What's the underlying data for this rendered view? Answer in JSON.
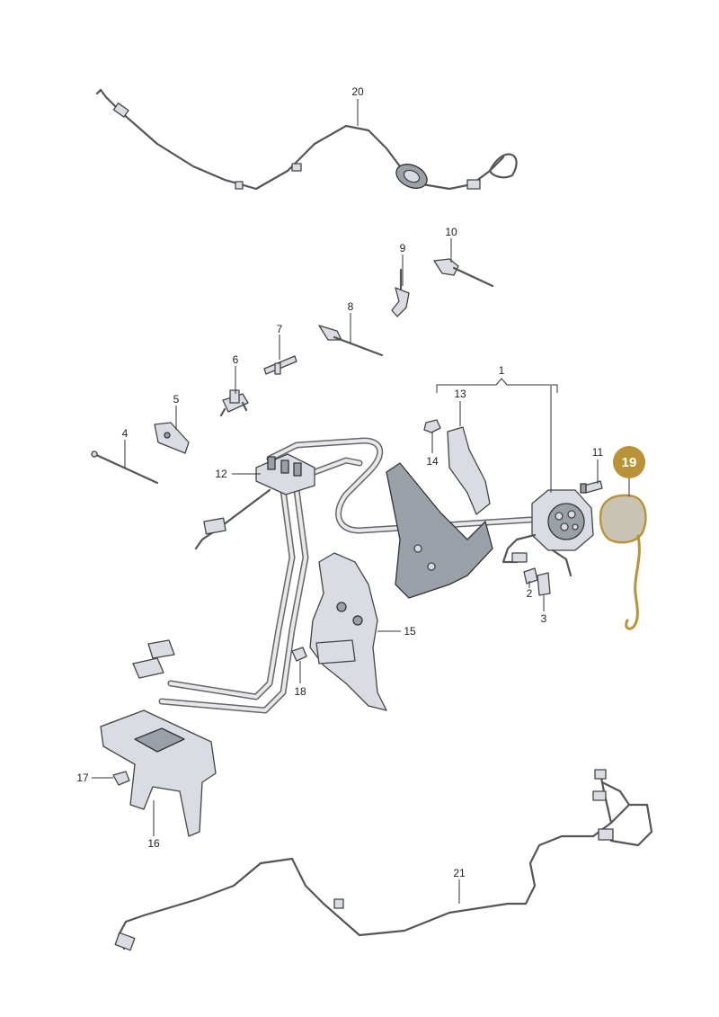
{
  "callouts": [
    {
      "id": "c1",
      "label": "1"
    },
    {
      "id": "c2",
      "label": "2"
    },
    {
      "id": "c3",
      "label": "3"
    },
    {
      "id": "c4",
      "label": "4"
    },
    {
      "id": "c5",
      "label": "5"
    },
    {
      "id": "c6",
      "label": "6"
    },
    {
      "id": "c7",
      "label": "7"
    },
    {
      "id": "c8",
      "label": "8"
    },
    {
      "id": "c9",
      "label": "9"
    },
    {
      "id": "c10",
      "label": "10"
    },
    {
      "id": "c11",
      "label": "11"
    },
    {
      "id": "c12",
      "label": "12"
    },
    {
      "id": "c13",
      "label": "13"
    },
    {
      "id": "c14",
      "label": "14"
    },
    {
      "id": "c15",
      "label": "15"
    },
    {
      "id": "c16",
      "label": "16"
    },
    {
      "id": "c17",
      "label": "17"
    },
    {
      "id": "c18",
      "label": "18"
    },
    {
      "id": "c20",
      "label": "20"
    },
    {
      "id": "c21",
      "label": "21"
    }
  ],
  "highlight": {
    "label": "19",
    "color": "#b9923a"
  }
}
